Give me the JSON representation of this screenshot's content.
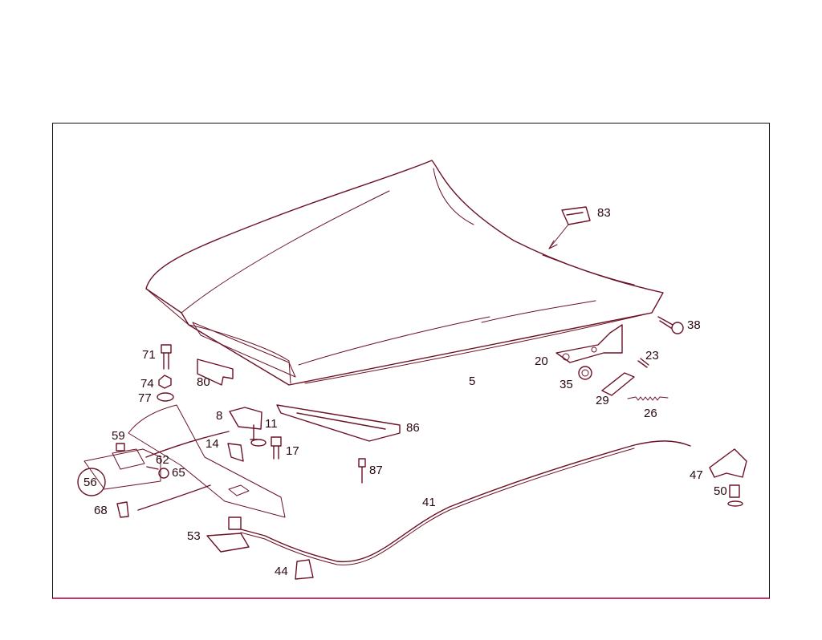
{
  "diagram": {
    "labels": [
      {
        "id": "p5",
        "text": "5"
      },
      {
        "id": "p8",
        "text": "8"
      },
      {
        "id": "p11",
        "text": "11"
      },
      {
        "id": "p14",
        "text": "14"
      },
      {
        "id": "p17",
        "text": "17"
      },
      {
        "id": "p20",
        "text": "20"
      },
      {
        "id": "p23",
        "text": "23"
      },
      {
        "id": "p26",
        "text": "26"
      },
      {
        "id": "p29",
        "text": "29"
      },
      {
        "id": "p35",
        "text": "35"
      },
      {
        "id": "p38",
        "text": "38"
      },
      {
        "id": "p41",
        "text": "41"
      },
      {
        "id": "p44",
        "text": "44"
      },
      {
        "id": "p47",
        "text": "47"
      },
      {
        "id": "p50",
        "text": "50"
      },
      {
        "id": "p53",
        "text": "53"
      },
      {
        "id": "p56",
        "text": "56"
      },
      {
        "id": "p59",
        "text": "59"
      },
      {
        "id": "p62",
        "text": "62"
      },
      {
        "id": "p65",
        "text": "65"
      },
      {
        "id": "p68",
        "text": "68"
      },
      {
        "id": "p71",
        "text": "71"
      },
      {
        "id": "p74",
        "text": "74"
      },
      {
        "id": "p77",
        "text": "77"
      },
      {
        "id": "p80",
        "text": "80"
      },
      {
        "id": "p83",
        "text": "83"
      },
      {
        "id": "p86",
        "text": "86"
      },
      {
        "id": "p87",
        "text": "87"
      }
    ]
  },
  "colors": {
    "line": "#6b1226",
    "frame_bottom": "#c9356a"
  }
}
